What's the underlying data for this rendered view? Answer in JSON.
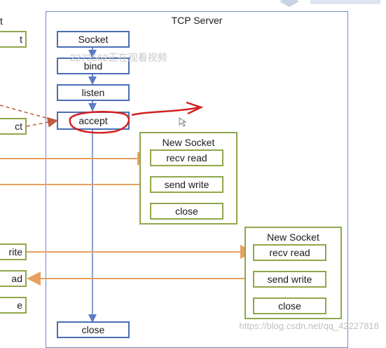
{
  "server": {
    "title": "TCP Server"
  },
  "main_flow": {
    "socket": "Socket",
    "bind": "bind",
    "listen": "listen",
    "accept": "accept",
    "close": "close"
  },
  "new_socket_1": {
    "title": "New Socket",
    "recv": "recv read",
    "send": "send write",
    "close": "close"
  },
  "new_socket_2": {
    "title": "New Socket",
    "recv": "recv read",
    "send": "send write",
    "close": "close"
  },
  "client_left": {
    "title_fragment": "t",
    "socket_fragment": "t",
    "connect_fragment": "ct",
    "write_fragment": "rite",
    "read_fragment": "ad",
    "close_fragment": "e"
  },
  "watermarks": {
    "viewer": "2273562正在观看视频",
    "source": "https://blog.csdn.net/qq_42227818"
  },
  "colors": {
    "box_blue": "#4a6eb4",
    "box_green": "#8fa74b",
    "arrow_orange": "#e8a060",
    "annotation_red": "#d42020",
    "dashed_connect": "#c05a40"
  }
}
